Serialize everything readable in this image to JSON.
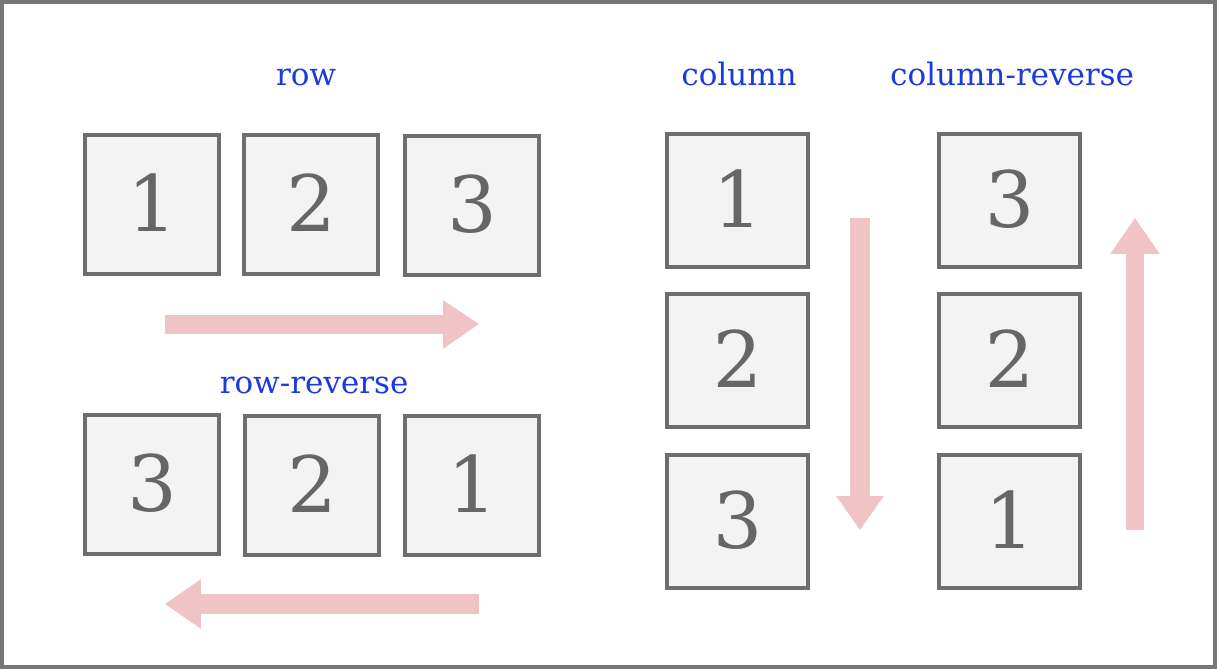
{
  "headings": {
    "row": "row",
    "row_reverse": "row-reverse",
    "column": "column",
    "column_reverse": "column-reverse"
  },
  "row": {
    "items": [
      "1",
      "2",
      "3"
    ],
    "direction": "right"
  },
  "row_reverse": {
    "items": [
      "3",
      "2",
      "1"
    ],
    "direction": "left"
  },
  "column": {
    "items": [
      "1",
      "2",
      "3"
    ],
    "direction": "down"
  },
  "column_reverse": {
    "items": [
      "3",
      "2",
      "1"
    ],
    "direction": "up"
  },
  "colors": {
    "heading": "#1a3ae0",
    "box_border": "#6e6e6e",
    "box_fill": "#f3f3f3",
    "number": "#666666",
    "arrow": "#f0c4c4",
    "frame": "#777777"
  }
}
